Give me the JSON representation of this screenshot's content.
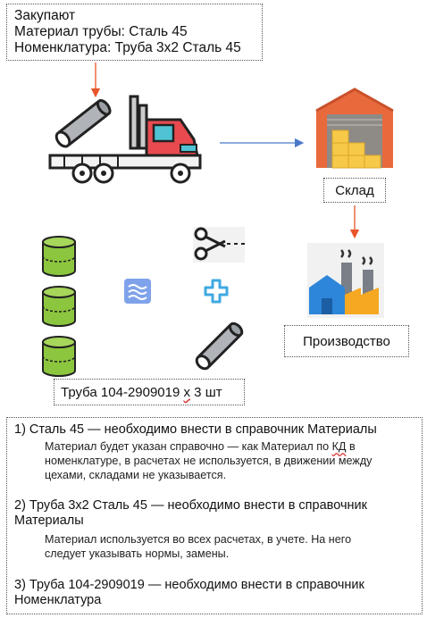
{
  "purchase": {
    "line1": "Закупают",
    "line2": "Материал трубы: Сталь 45",
    "line3": "Номенклатура: Труба 3х2 Сталь 45"
  },
  "warehouse_label": "Склад",
  "production_label": "Производство",
  "pipe_label": {
    "prefix": "Труба 104-2909019 ",
    "mult": "х",
    "suffix": " 3 шт"
  },
  "notes": {
    "item1_title": "1) Сталь 45 — необходимо внести в справочник Материалы",
    "item1_text_a": "Материал будет указан справочно — как Материал по ",
    "item1_text_kd": "КД",
    "item1_text_b": " в",
    "item1_text_2": "номенклатуре, в расчетах не используется, в движении между",
    "item1_text_3": "цехами, складами не указывается.",
    "item2_title_1": "2) Труба 3х2 Сталь 45 — необходимо внести в справочник",
    "item2_title_2": "Материалы",
    "item2_text_1": "Материал используется во всех расчетах, в учете. На него",
    "item2_text_2": "следует указывать нормы, замены.",
    "item3_title_1": "3) Труба 104-2909019 — необходимо внести в справочник",
    "item3_title_2": "Номенклатура"
  },
  "colors": {
    "arrow_orange": "#e8552a",
    "arrow_blue": "#4a79c8",
    "billet_green": "#8cc63e",
    "truck_red": "#e84a4f",
    "truck_blue": "#4fc3d3",
    "warehouse_orange": "#e8693c",
    "box_yellow": "#f7c948",
    "factory_blue": "#2d86d9"
  }
}
